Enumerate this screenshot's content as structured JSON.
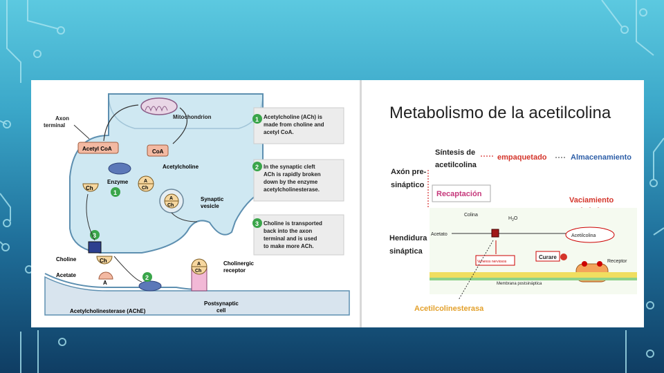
{
  "left": {
    "axon_terminal": [
      "Axon",
      "terminal"
    ],
    "mitochondrion": "Mitochondrion",
    "acetyl_coa": "Acetyl CoA",
    "coa": "CoA",
    "acetylcholine": "Acetylcholine",
    "enzyme": "Enzyme",
    "ch": "Ch",
    "a": "A",
    "synaptic_vesicle": [
      "Synaptic",
      "vesicle"
    ],
    "choline": "Choline",
    "acetate": "Acetate",
    "ache": "Acetylcholinesterase (AChE)",
    "cholinergic_receptor": [
      "Cholinergic",
      "receptor"
    ],
    "postsynaptic_cell": [
      "Postsynaptic",
      "cell"
    ],
    "step1": "1",
    "step2": "2",
    "step3": "3",
    "note1": [
      "Acetylcholine (ACh) is",
      "made from choline and",
      "acetyl CoA."
    ],
    "note2": [
      "In the synaptic cleft",
      "ACh is rapidly broken",
      "down by the enzyme",
      "acetylcholinesterase."
    ],
    "note3": [
      "Choline is transported",
      "back into the axon",
      "terminal and is used",
      "to make more ACh."
    ]
  },
  "right": {
    "title": "Metabolismo de la acetilcolina",
    "sintesis": [
      "Síntesis de",
      "acetilcolina"
    ],
    "empaquetado": "empaquetado",
    "almacenamiento": "Almacenamiento",
    "axon_pre": [
      "Axón pre-",
      "sináptico"
    ],
    "recaptacion": "Recaptación",
    "vaciamiento": "Vaciamiento",
    "colina": "Colina",
    "h2o": "H",
    "h2o_sub": "2",
    "h2o_o": "O",
    "acetato": "Acetato",
    "acetilcolina_oval": "Acetilcolina",
    "hendidura": [
      "Hendidura",
      "sináptica"
    ],
    "venenos": "Venenos nerviosos",
    "curare": "Curare",
    "receptor": "Receptor",
    "membrana": "Membrana postsináptica",
    "acetilcolinesterasa": "Acetilcolinesterasa"
  }
}
